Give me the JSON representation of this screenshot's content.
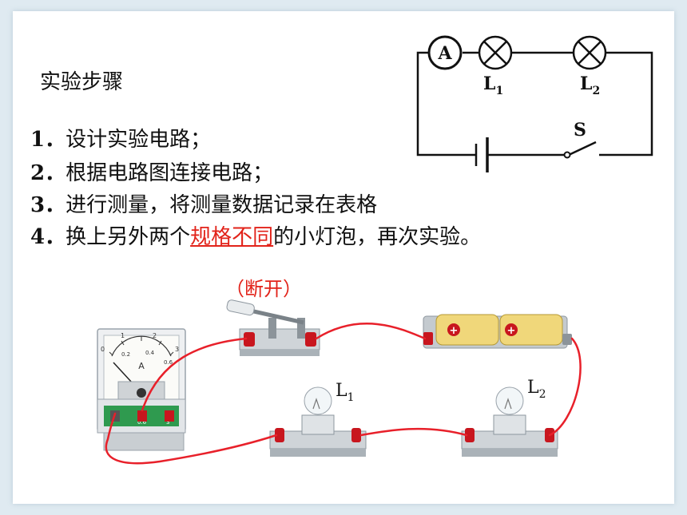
{
  "heading": "实验步骤",
  "steps": [
    {
      "num": "1．",
      "text": "设计实验电路；"
    },
    {
      "num": "2．",
      "text": "根据电路图连接电路；"
    },
    {
      "num": "3．",
      "text": "进行测量，将测量数据记录在表格"
    },
    {
      "num": "4．",
      "pre": "换上另外两个",
      "highlight": "规格不同",
      "post": "的小灯泡，再次实验。"
    }
  ],
  "schematic": {
    "ammeter": "A",
    "lamp1": {
      "letter": "L",
      "sub": "1"
    },
    "lamp2": {
      "letter": "L",
      "sub": "2"
    },
    "switch": "S"
  },
  "photo": {
    "note": "（断开）",
    "lamp1": {
      "letter": "L",
      "sub": "1"
    },
    "lamp2": {
      "letter": "L",
      "sub": "2"
    },
    "ammeter_unit": "A",
    "scale_top": [
      "0",
      "1",
      "2",
      "3"
    ],
    "scale_bottom": [
      "0.2",
      "0.4",
      "0.6"
    ],
    "terminal_labels": [
      "-",
      "0.6",
      "3"
    ],
    "battery_signs": [
      "+",
      "+"
    ]
  },
  "colors": {
    "highlight": "#e2231a",
    "wire": "#e8202a"
  }
}
